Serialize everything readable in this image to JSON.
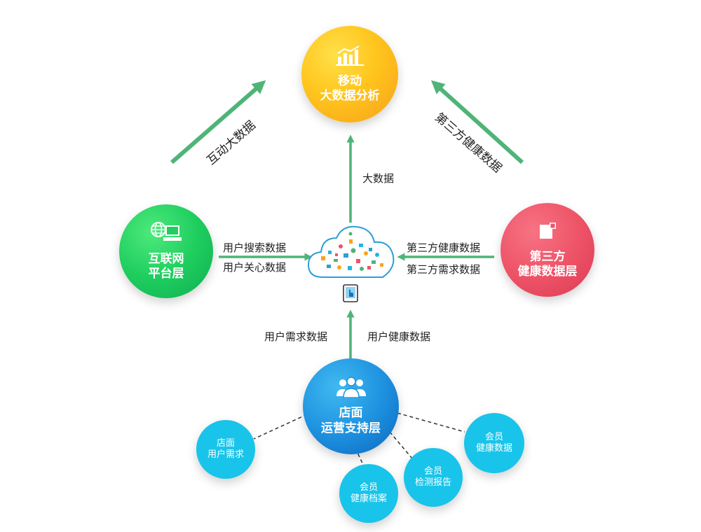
{
  "nodes": {
    "analysis": {
      "line1": "移动",
      "line2": "大数据分析"
    },
    "internet": {
      "line1": "互联网",
      "line2": "平台层"
    },
    "third_party": {
      "line1": "第三方",
      "line2": "健康数据层"
    },
    "store_ops": {
      "line1": "店面",
      "line2": "运营支持层"
    },
    "store_demand": {
      "line1": "店面",
      "line2": "用户需求"
    },
    "member_profile": {
      "line1": "会员",
      "line2": "健康档案"
    },
    "member_report": {
      "line1": "会员",
      "line2": "检测报告"
    },
    "member_health": {
      "line1": "会员",
      "line2": "健康数据"
    }
  },
  "edges": {
    "interactive_big_data": "互动大数据",
    "third_party_health_diag": "第三方健康数据",
    "big_data": "大数据",
    "user_search_data": "用户搜索数据",
    "user_care_data": "用户关心数据",
    "third_party_health": "第三方健康数据",
    "third_party_demand": "第三方需求数据",
    "user_demand_data": "用户需求数据",
    "user_health_data": "用户健康数据"
  },
  "colors": {
    "arrow": "#4fb477",
    "analysis_from": "#ffd21f",
    "analysis_to": "#f7a61b",
    "internet_from": "#3fe06f",
    "internet_to": "#12b556",
    "third_from": "#f25b6d",
    "third_to": "#e03c55",
    "store_from": "#27a6ea",
    "store_to": "#0d6cc4",
    "satellite": "#19c4ea"
  },
  "icons": {
    "analysis": "bar-chart-icon",
    "internet": "globe-computer-icon",
    "third_party": "document-icon",
    "store_ops": "people-icon",
    "cloud": "data-cloud-icon",
    "tablet": "tablet-icon"
  }
}
